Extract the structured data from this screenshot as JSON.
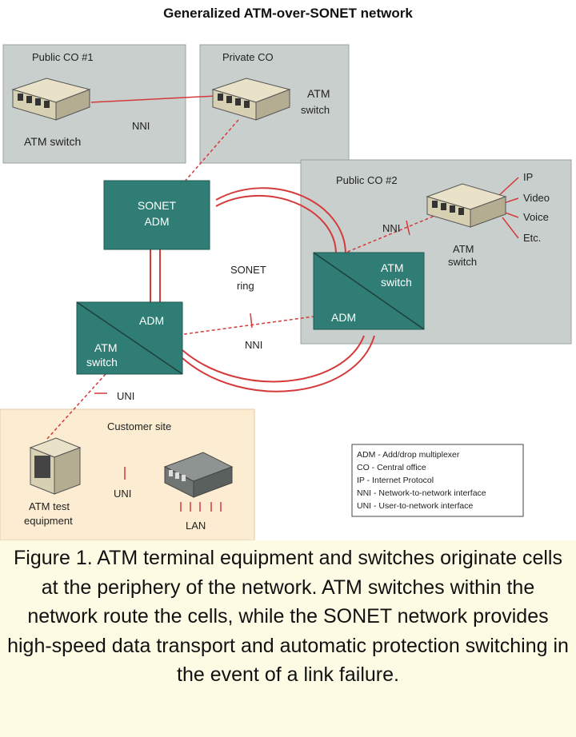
{
  "title": "Generalized ATM-over-SONET network",
  "regions": {
    "public_co1": "Public CO #1",
    "private_co": "Private CO",
    "public_co2": "Public CO #2",
    "customer_site": "Customer site"
  },
  "labels": {
    "atm_switch_co1": "ATM switch",
    "atm_private_line1": "ATM",
    "atm_private_line2": "switch",
    "nni_top": "NNI",
    "sonet_adm_line1": "SONET",
    "sonet_adm_line2": "ADM",
    "sonet_ring_line1": "SONET",
    "sonet_ring_line2": "ring",
    "nni_co2": "NNI",
    "atm_co2_line1": "ATM",
    "atm_co2_line2": "switch",
    "right_node_atm1": "ATM",
    "right_node_atm2": "switch",
    "right_node_adm": "ADM",
    "left_node_adm": "ADM",
    "left_node_atm1": "ATM",
    "left_node_atm2": "switch",
    "nni_mid": "NNI",
    "uni_left": "UNI",
    "uni_site": "UNI",
    "atm_test_line1": "ATM test",
    "atm_test_line2": "equipment",
    "lan": "LAN"
  },
  "services": [
    "IP",
    "Video",
    "Voice",
    "Etc."
  ],
  "legend": [
    "ADM - Add/drop multiplexer",
    "CO - Central office",
    "IP - Internet Protocol",
    "NNI - Network-to-network interface",
    "UNI - User-to-network interface"
  ],
  "caption": "Figure 1. ATM terminal equipment and switches originate cells at the periphery of the network. ATM switches within the network route the cells, while the SONET network provides high-speed data transport and automatic protection switching in the event of a link failure.",
  "colors": {
    "region_fill": "#c9cfcd",
    "customer_fill": "#fbecd2",
    "node_fill": "#2f7d74",
    "link": "#d43a3a",
    "caption_bg": "#fdfbe4"
  }
}
